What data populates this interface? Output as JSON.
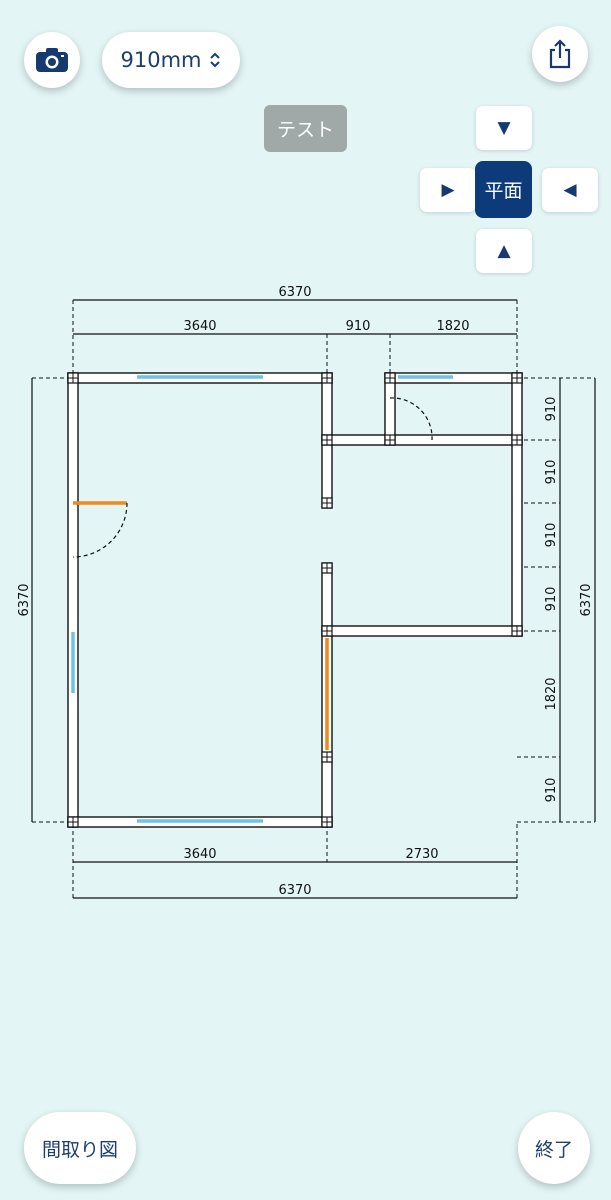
{
  "toolbar": {
    "camera_icon": "camera-icon",
    "scale_label": "910mm",
    "scale_icon": "chevron-updown-icon",
    "share_icon": "share-icon"
  },
  "test_label": "テスト",
  "view_controls": {
    "up": "▼",
    "left": "▶",
    "center": "平面",
    "right": "◀",
    "down": "▲"
  },
  "plan": {
    "top_overall": "6370",
    "top_segments": [
      "3640",
      "910",
      "1820"
    ],
    "bottom_segments": [
      "3640",
      "2730"
    ],
    "bottom_overall": "6370",
    "left_overall": "6370",
    "right_segments": [
      "910",
      "910",
      "910",
      "910",
      "1820",
      "910"
    ],
    "right_overall": "6370"
  },
  "bottom_bar": {
    "floorplan_label": "間取り図",
    "end_label": "終了"
  },
  "colors": {
    "background": "#e3f5f5",
    "accent": "#0d3a78",
    "window": "#6cc3e8",
    "door": "#f08a1a"
  }
}
